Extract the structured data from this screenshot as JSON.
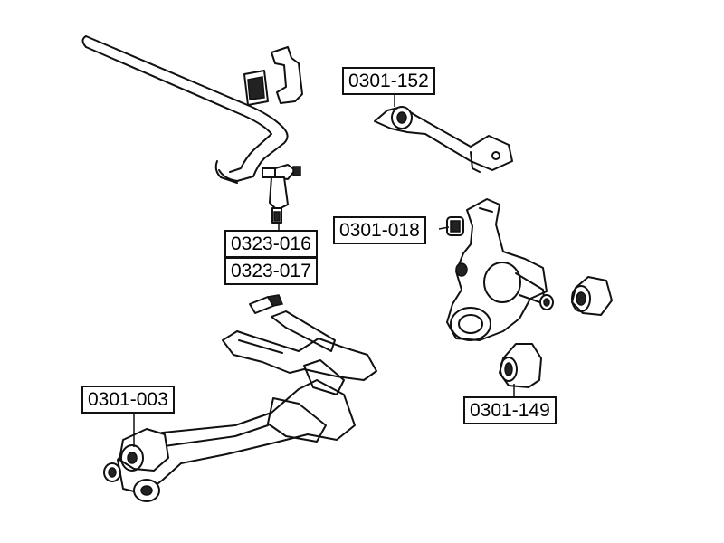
{
  "colors": {
    "line": "#111111",
    "background": "#ffffff"
  },
  "labels": {
    "p0301_152": "0301-152",
    "p0323_016": "0323-016",
    "p0323_017": "0323-017",
    "p0301_018": "0301-018",
    "p0301_003": "0301-003",
    "p0301_149": "0301-149"
  }
}
